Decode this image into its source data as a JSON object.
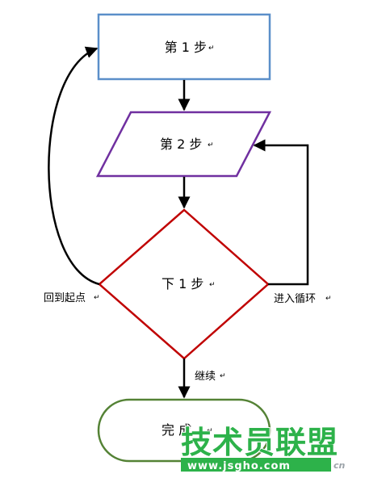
{
  "nodes": {
    "step1": {
      "label": "第 1 步",
      "mark": "↵",
      "stroke": "#5b8fc9"
    },
    "step2": {
      "label": "第 2 步",
      "mark": "↵",
      "stroke": "#7030a0"
    },
    "next": {
      "label": "下 1 步",
      "mark": "↵",
      "stroke": "#c00000"
    },
    "done": {
      "label": "完  成",
      "mark": "↵",
      "stroke": "#548235"
    }
  },
  "edges": {
    "back_to_start": {
      "label": "回到起点",
      "mark": "↵"
    },
    "enter_loop": {
      "label": "进入循环",
      "mark": "↵"
    },
    "continue": {
      "label": "继续",
      "mark": "↵"
    }
  },
  "watermark": {
    "cn": "技术员联盟",
    "url": "www.jsgho.com",
    "suffix": "cn",
    "color_main": "#2db24a"
  }
}
